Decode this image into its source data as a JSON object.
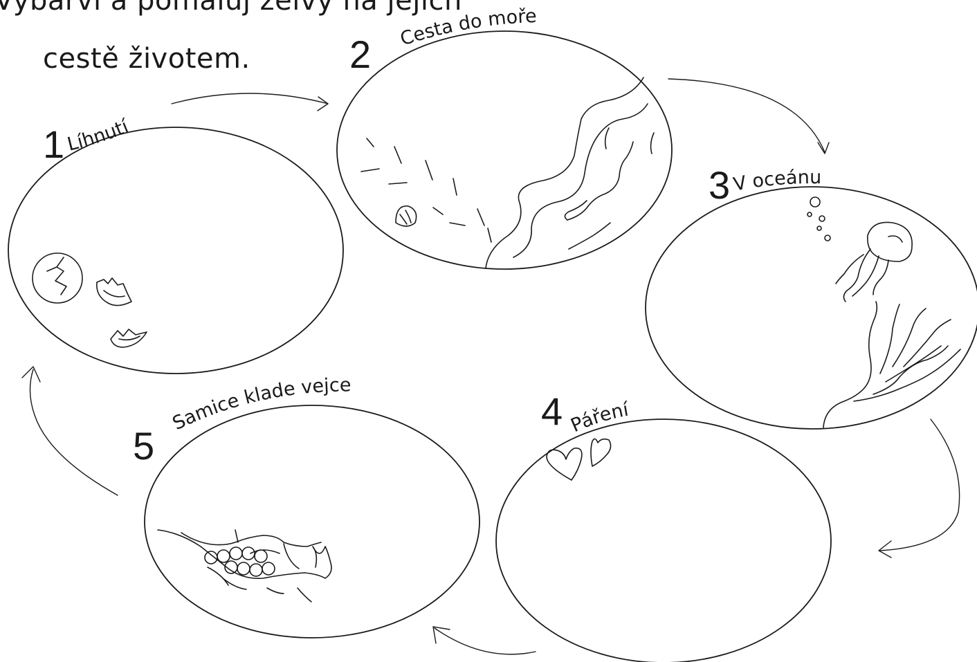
{
  "instructions": {
    "line1": "Vybarvi a pomaluj želvy na jejich",
    "line2": "cestě životem."
  },
  "stages": [
    {
      "number": "1",
      "label": "Líhnutí"
    },
    {
      "number": "2",
      "label": "Cesta do moře"
    },
    {
      "number": "3",
      "label": "V oceánu"
    },
    {
      "number": "4",
      "label": "Páření"
    },
    {
      "number": "5",
      "label": "Samice klade vejce"
    }
  ],
  "icons": [
    "cracked-egg-icon",
    "eggshell-icon",
    "shell-icon",
    "river-icon",
    "bubbles-icon",
    "jellyfish-icon",
    "seaweed-icon",
    "heart-icon",
    "nest-eggs-icon",
    "arrow-icon"
  ],
  "colors": {
    "ink": "#1a1a1a",
    "background": "#ffffff"
  }
}
